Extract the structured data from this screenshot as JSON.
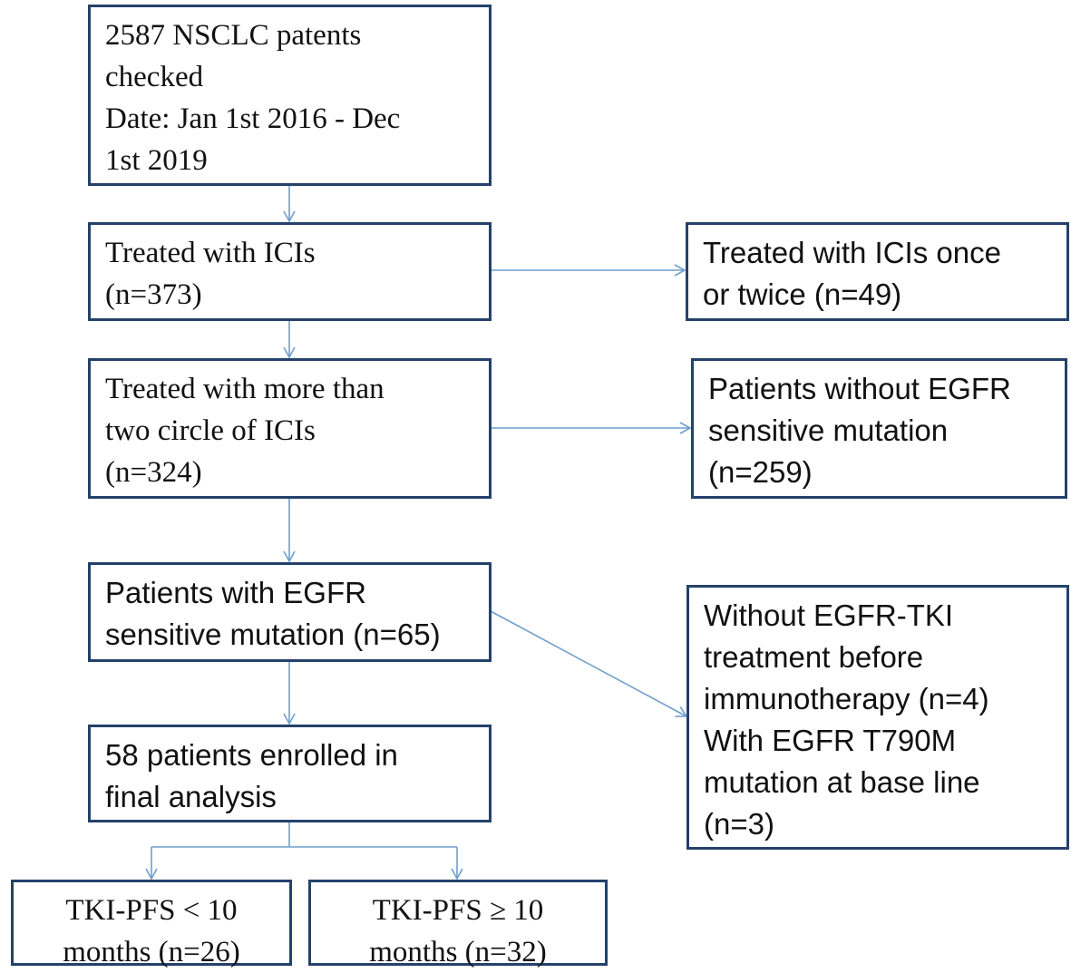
{
  "colors": {
    "box_border": "#24416b",
    "arrow": "#6f9fcc",
    "text": "#111111"
  },
  "boxes": {
    "checked": {
      "lines": [
        "2587 NSCLC patents",
        "checked",
        "Date: Jan 1st 2016 - Dec",
        "1st 2019"
      ]
    },
    "treated_icis": {
      "lines": [
        "Treated with ICIs",
        "(n=373)"
      ]
    },
    "treated_once_twice": {
      "lines": [
        "Treated with ICIs once",
        "or twice (n=49)"
      ]
    },
    "treated_more_than_two": {
      "lines": [
        "Treated with more than",
        "two circle of ICIs",
        "(n=324)"
      ]
    },
    "without_egfr_sensitive": {
      "lines": [
        "Patients without EGFR",
        "sensitive mutation",
        "(n=259)"
      ]
    },
    "with_egfr_sensitive": {
      "lines": [
        "Patients with EGFR",
        "sensitive mutation (n=65)"
      ]
    },
    "excluded_tki": {
      "lines": [
        "Without EGFR-TKI",
        "treatment before",
        "immunotherapy (n=4)",
        "With EGFR T790M",
        "mutation at base line",
        "(n=3)"
      ]
    },
    "enrolled": {
      "lines": [
        "58 patients enrolled in",
        "final analysis"
      ]
    },
    "pfs_lt10": {
      "lines": [
        "TKI-PFS < 10",
        "months (n=26)"
      ]
    },
    "pfs_ge10": {
      "lines": [
        "TKI-PFS ≥ 10",
        "months (n=32)"
      ]
    }
  }
}
